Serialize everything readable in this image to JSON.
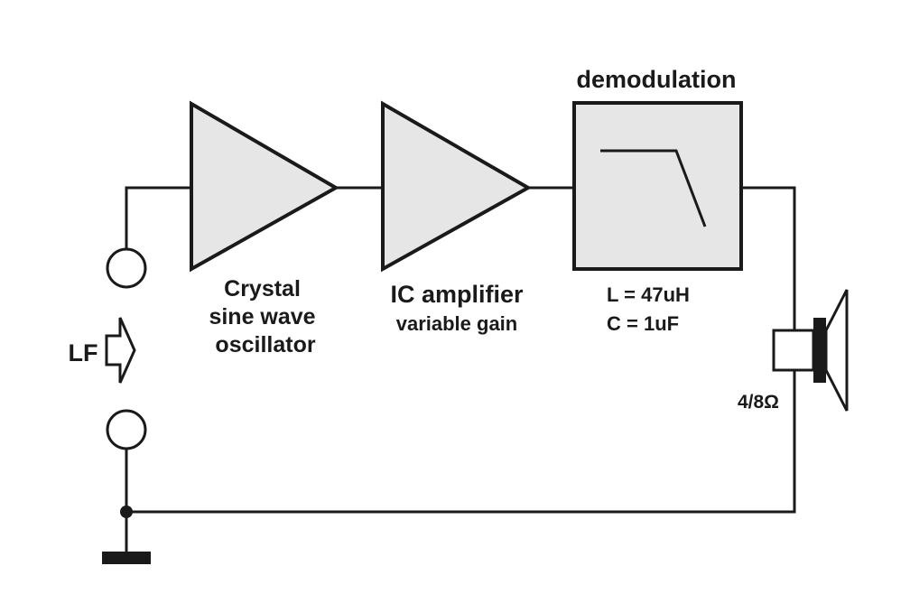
{
  "labels": {
    "input": "LF",
    "oscillator": [
      "Crystal",
      "sine wave",
      "oscillator"
    ],
    "amplifier_title": "IC amplifier",
    "amplifier_subtitle": "variable gain",
    "demod_title": "demodulation",
    "demod_l": "L = 47uH",
    "demod_c": "C = 1uF",
    "speaker": "4/8Ω"
  },
  "colors": {
    "line": "#1a1a1a",
    "block_fill": "#e6e6e6",
    "background": "#ffffff"
  }
}
